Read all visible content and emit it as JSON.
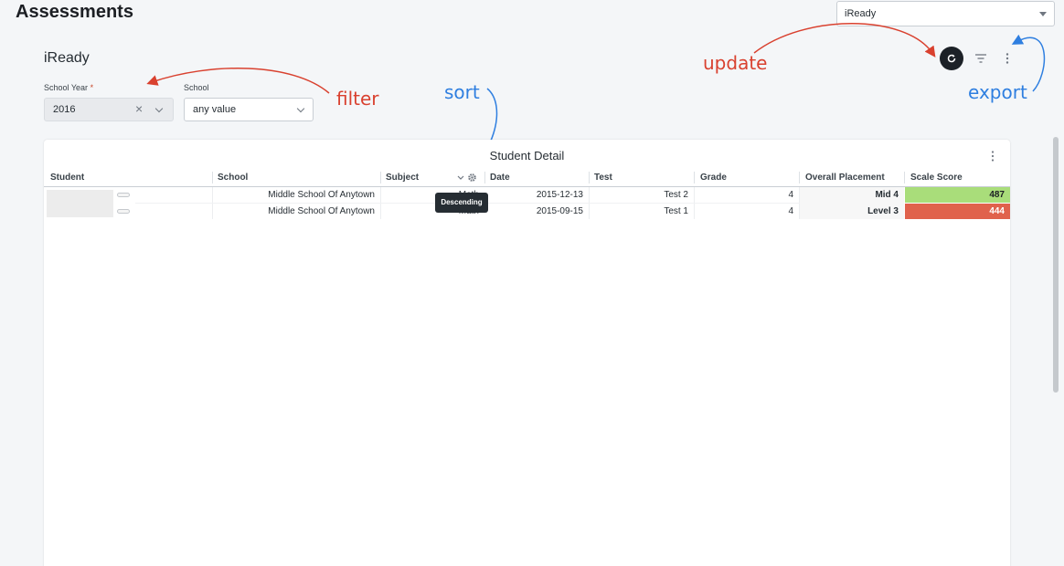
{
  "header": {
    "title": "Assessments"
  },
  "model_select": {
    "value": "iReady"
  },
  "dashboard": {
    "title": "iReady"
  },
  "filters": {
    "school_year": {
      "label": "School Year",
      "required_mark": "*",
      "value": "2016"
    },
    "school": {
      "label": "School",
      "value": "any value"
    }
  },
  "annotations": {
    "update": "update",
    "filter": "filter",
    "sort": "sort",
    "export": "export"
  },
  "tile": {
    "title": "Student Detail",
    "columns": [
      "Student",
      "School",
      "Subject",
      "Date",
      "Test",
      "Grade",
      "Overall Placement",
      "Scale Score"
    ],
    "rows": [
      {
        "school": "Middle School Of Anytown",
        "subject": "Math",
        "date": "2015-12-13",
        "test": "Test 2",
        "grade": "4",
        "placement": "Mid 4",
        "score": "487"
      },
      {
        "school": "Middle School Of Anytown",
        "subject": "Math",
        "date": "2015-09-15",
        "test": "Test 1",
        "grade": "4",
        "placement": "Level 3",
        "score": "444"
      }
    ],
    "tooltip": "Descending"
  },
  "colors": {
    "score_good": "#a9dd7a",
    "score_bad": "#e0624c",
    "annotation_red": "#d9412f",
    "annotation_blue": "#2f7fe0"
  }
}
